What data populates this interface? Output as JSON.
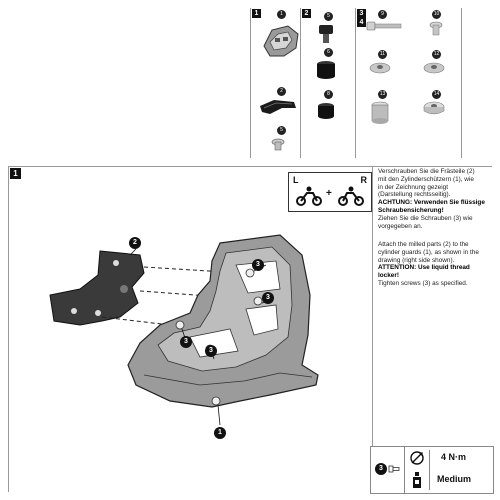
{
  "panels": {
    "box_1": "1",
    "box_2": "2",
    "box_3_4_top": "3",
    "box_3_4_bottom": "4",
    "main_step": "1"
  },
  "part_numbers": [
    "1",
    "5",
    "2",
    "5",
    "6",
    "8",
    "9",
    "10",
    "11",
    "12",
    "13",
    "14"
  ],
  "orientation": {
    "left": "L",
    "right": "R",
    "plus": "+"
  },
  "callouts": {
    "c1": "1",
    "c2": "2",
    "c3a": "3",
    "c3b": "3",
    "c3c": "3",
    "c3d": "3"
  },
  "instructions": {
    "de_line1": "Verschrauben Sie die Frästeile (2)",
    "de_line2": "mit den Zylinderschützern (1), wie",
    "de_line3": "in der Zeichnung gezeigt",
    "de_line4": "(Darstellung rechtsseitig).",
    "de_attn1": "ACHTUNG: Verwenden Sie flüssige",
    "de_attn2": "Schraubensicherung!",
    "de_line5": "Ziehen Sie die Schrauben (3) wie",
    "de_line6": "vorgegeben an.",
    "en_line1": "Attach the milled parts (2) to the",
    "en_line2": "cylinder guards (1), as shown in the",
    "en_line3": "drawing (right side shown).",
    "en_attn1": "ATTENTION: Use liquid thread",
    "en_attn2": "locker!",
    "en_line4": "Tighten screws (3) as specified."
  },
  "torque": {
    "part": "3",
    "torque_value": "4 N·m",
    "locker_strength": "Medium"
  }
}
